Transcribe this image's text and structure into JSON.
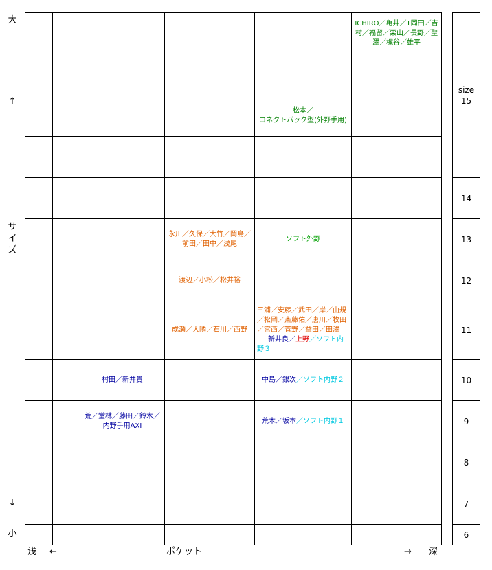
{
  "left_axis": {
    "top": "大",
    "up_arrow": "↑",
    "middle": "サイズ",
    "down_arrow": "↓",
    "bottom": "小"
  },
  "bottom_axis": {
    "shallow": "浅",
    "left_arrow": "←",
    "center": "ポケット",
    "right_arrow": "→",
    "deep": "深"
  },
  "size_column": {
    "label": "size",
    "rows": [
      "15",
      "14",
      "13",
      "12",
      "11",
      "10",
      "9",
      "8",
      "7",
      "6"
    ]
  },
  "cells": {
    "r0c5": "ICHIRO／亀井／T岡田／吉村／福留／栗山／長野／聖澤／梶谷／雄平",
    "r2c4_a": "松本／",
    "r2c4_b": "コネクトバック型(外野手用)",
    "r5c3": "永川／久保／大竹／岡島／前田／田中／浅尾",
    "r5c4": "ソフト外野",
    "r6c3": "渡辺／小松／松井裕",
    "r7c3": "成瀬／大隣／石川／西野",
    "r7c4_a": "三浦／安藤／武田／岸／由規／松岡／斎藤佑／唐川／牧田／宮西／菅野／益田／田澤",
    "r7c4_b": "新井良／",
    "r7c4_c": "上野",
    "r7c4_d": "／ソフト内野３",
    "r8c2": "村田／新井貴",
    "r8c4_a": "中島／銀次",
    "r8c4_b": "／ソフト内野２",
    "r9c2": "荒／堂林／藤田／鈴木／内野手用AXI",
    "r9c4_a": "荒木／坂本",
    "r9c4_b": "／ソフト内野１"
  },
  "colors": {
    "green": "#008000",
    "bright_green": "#00a000",
    "orange": "#e06000",
    "navy": "#0000a0",
    "cyan": "#00c8e0",
    "red": "#e00000"
  }
}
